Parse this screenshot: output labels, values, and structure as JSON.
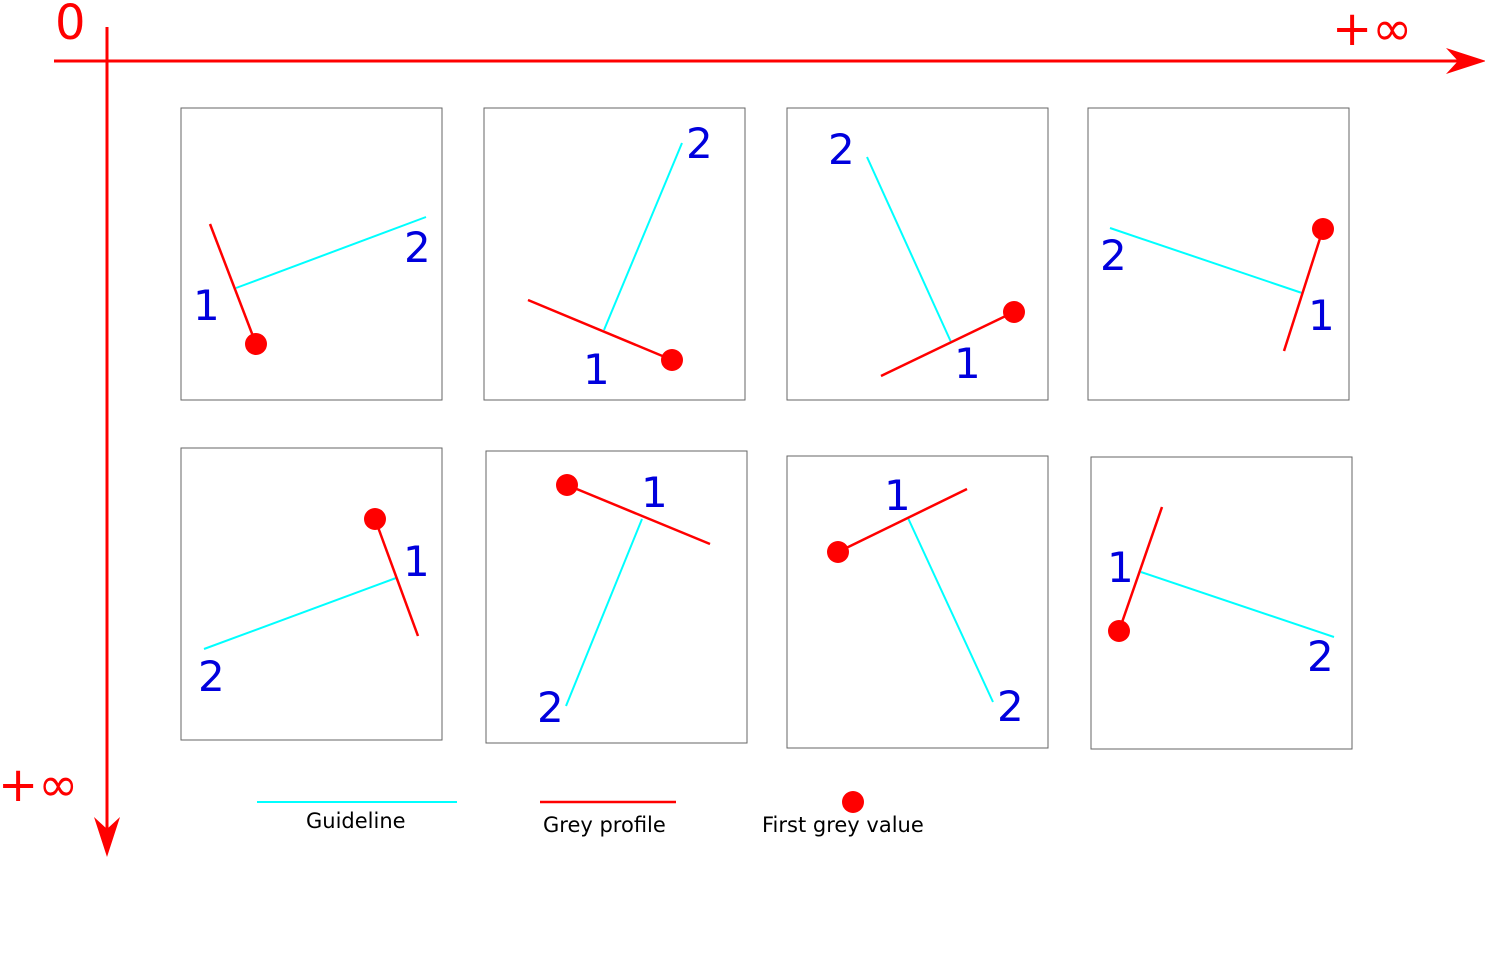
{
  "axes": {
    "origin_label": "0",
    "x_end_label": "+∞",
    "y_end_label": "+∞",
    "color": "#ff0000"
  },
  "panels": [
    {
      "label_1": "1",
      "label_2": "2"
    },
    {
      "label_1": "1",
      "label_2": "2"
    },
    {
      "label_1": "1",
      "label_2": "2"
    },
    {
      "label_1": "1",
      "label_2": "2"
    },
    {
      "label_1": "1",
      "label_2": "2"
    },
    {
      "label_1": "1",
      "label_2": "2"
    },
    {
      "label_1": "1",
      "label_2": "2"
    },
    {
      "label_1": "1",
      "label_2": "2"
    }
  ],
  "legend": {
    "guideline_label": "Guideline",
    "grey_profile_label": "Grey profile",
    "first_grey_value_label": "First grey value"
  },
  "colors": {
    "guideline": "#00ffff",
    "grey_profile": "#ff0000",
    "first_grey_value": "#ff0000",
    "number_labels": "#0000dd",
    "frame": "#666666"
  }
}
